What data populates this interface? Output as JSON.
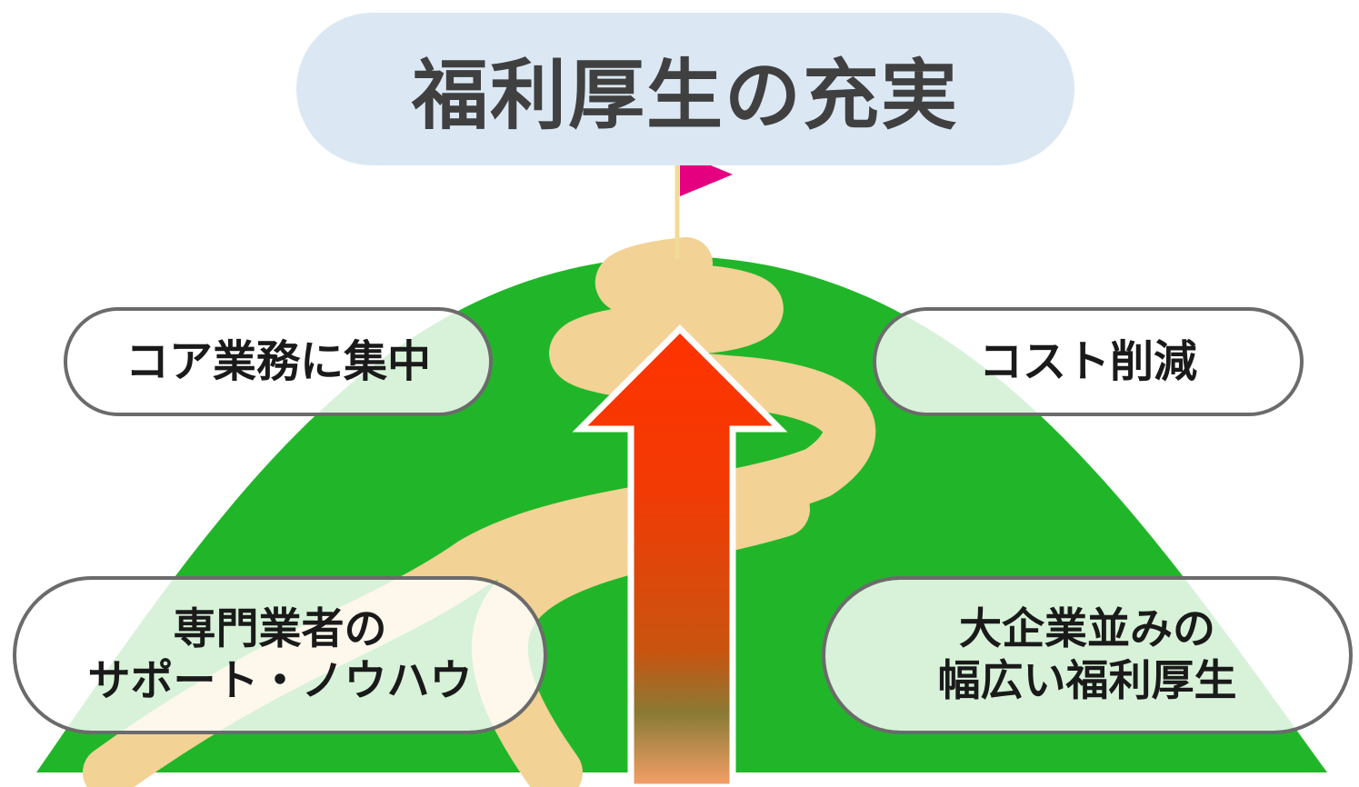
{
  "title": "福利厚生の充実",
  "labels": {
    "top_left": "コア業務に集中",
    "top_right": "コスト削減",
    "bottom_left": [
      "専門業者の",
      "サポート・ノウハウ"
    ],
    "bottom_right": [
      "大企業並みの",
      "幅広い福利厚生"
    ]
  },
  "colors": {
    "hill": "#21b629",
    "path": "#f2d295",
    "arrow_top": "#ff3300",
    "arrow_mid": "#d5500d",
    "flag": "#e5007f",
    "flag_pole": "#f0dc94",
    "title_bg": "#dbe8f4",
    "box_border": "#6b6b6b"
  },
  "icons": [
    "flag-icon",
    "up-arrow-icon"
  ]
}
